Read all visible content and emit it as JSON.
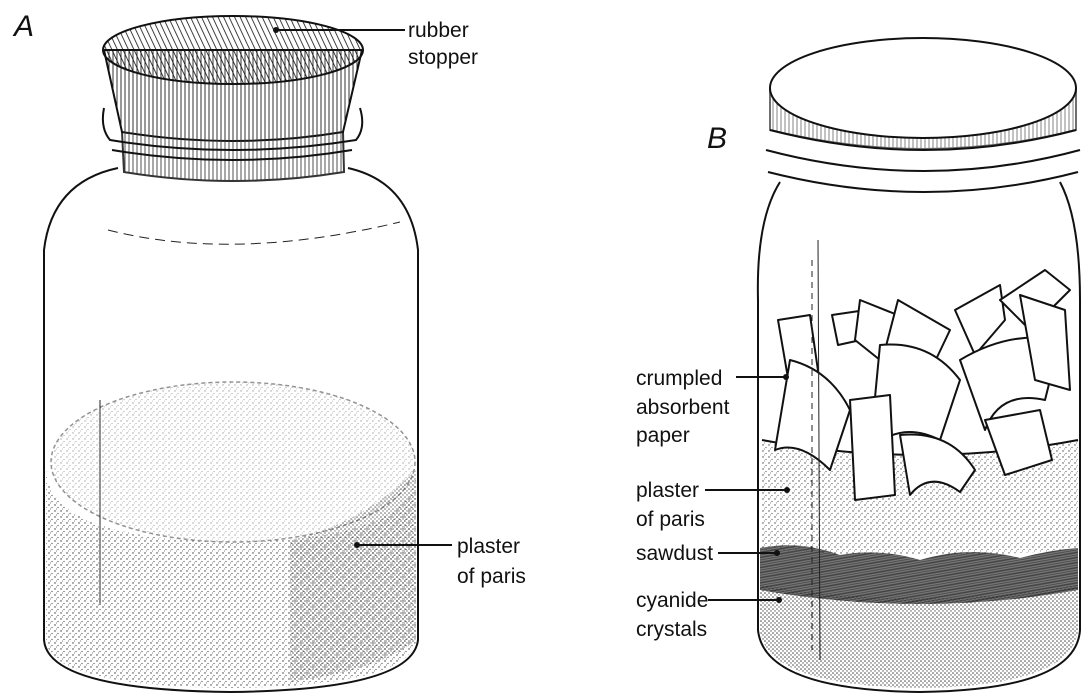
{
  "panels": {
    "a": {
      "letter": "A",
      "labels": {
        "stopper_line1": "rubber",
        "stopper_line2": "stopper",
        "plaster_line1": "plaster",
        "plaster_line2": "of paris"
      }
    },
    "b": {
      "letter": "B",
      "labels": {
        "paper_line1": "crumpled",
        "paper_line2": "absorbent",
        "paper_line3": "paper",
        "plaster_line1": "plaster",
        "plaster_line2": "of paris",
        "sawdust": "sawdust",
        "cyanide_line1": "cyanide",
        "cyanide_line2": "crystals"
      }
    }
  },
  "colors": {
    "ink": "#111111",
    "background": "#ffffff"
  }
}
